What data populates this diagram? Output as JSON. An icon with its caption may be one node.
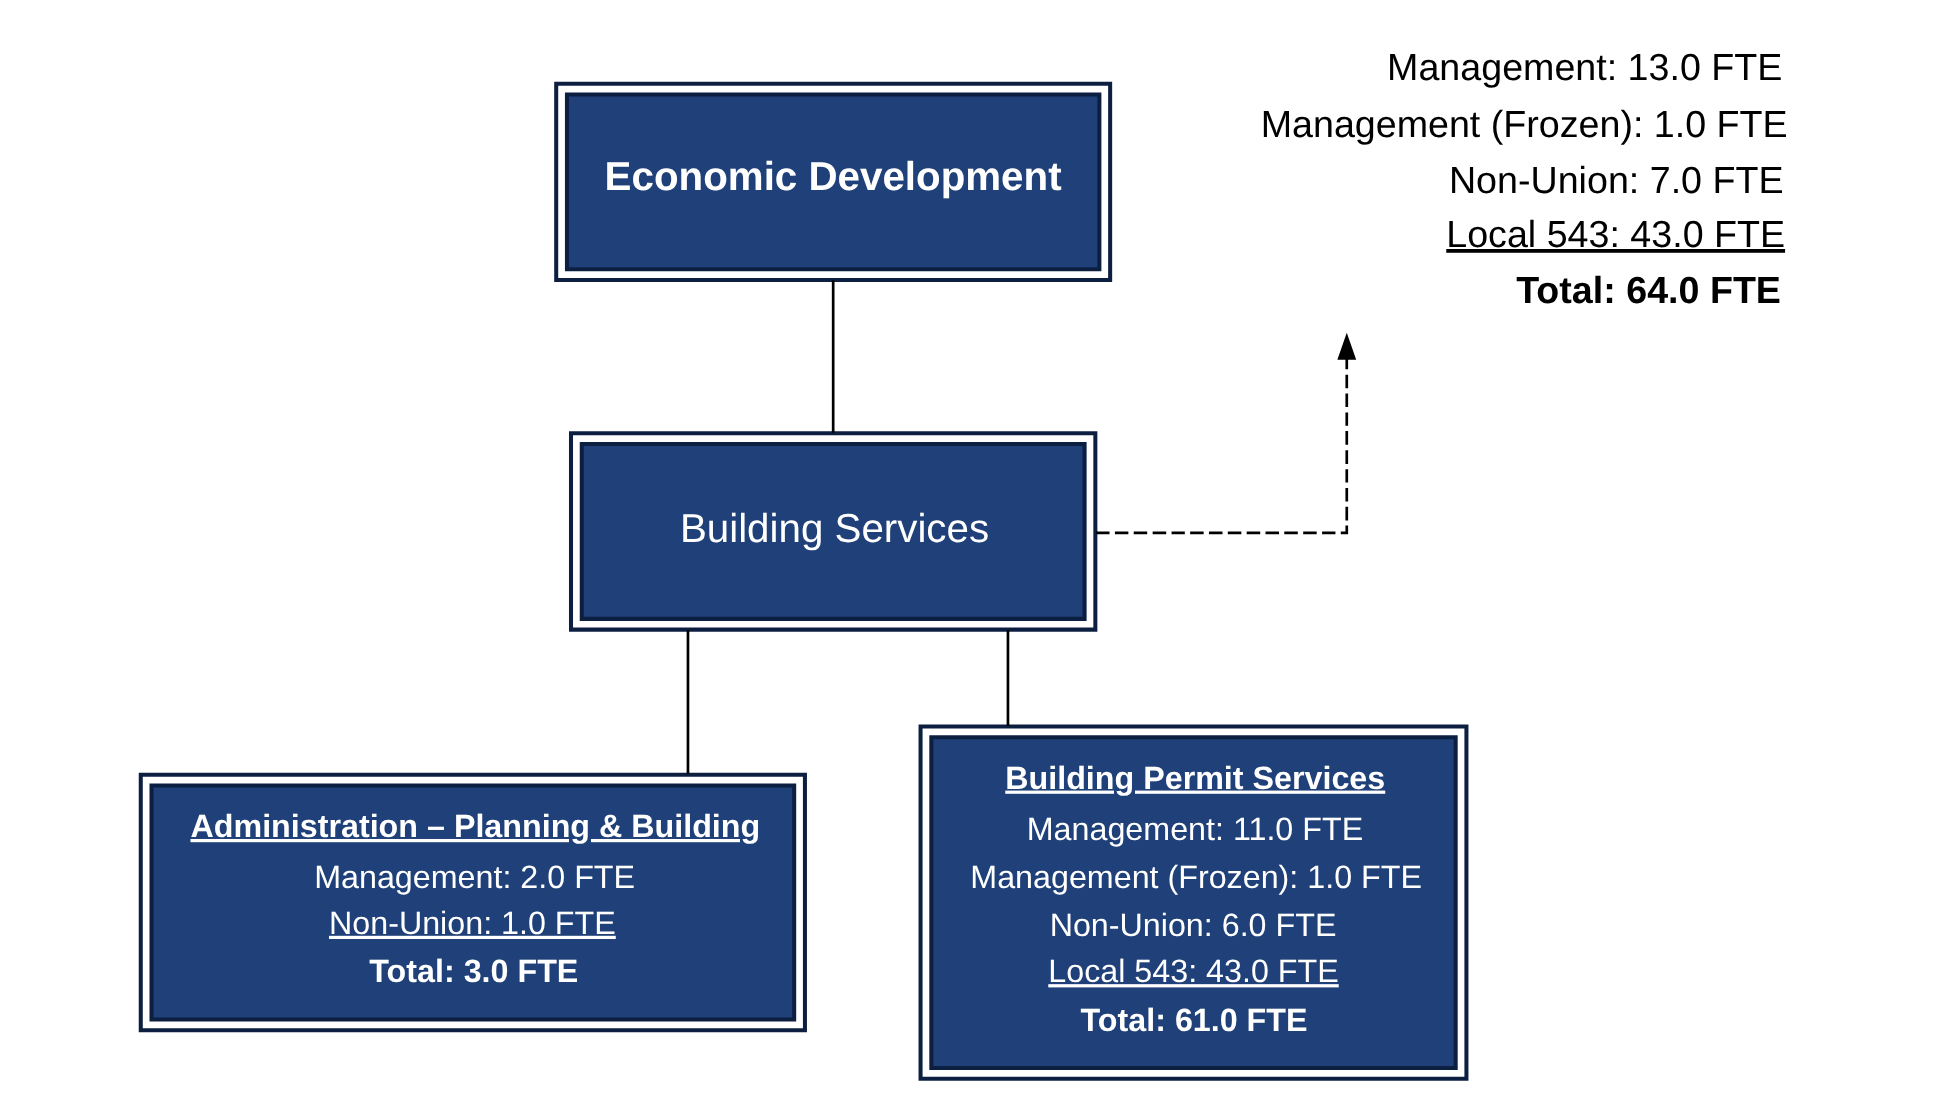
{
  "diagram": {
    "nodes": [
      {
        "text": [
          "Economic Development"
        ]
      },
      {
        "text": [
          "Building Services"
        ]
      },
      {
        "text": [
          "Administration – Planning & Building",
          "Management: 2.0 FTE",
          "Non-Union: 1.0 FTE",
          "Total: 3.0 FTE"
        ]
      },
      {
        "text": [
          "Building Permit Services",
          "Management: 11.0 FTE",
          "Management (Frozen): 1.0 FTE",
          "Non-Union: 6.0 FTE",
          "Local 543: 43.0 FTE",
          "Total: 61.0 FTE"
        ]
      },
      {
        "text": [
          "Management: 13.0 FTE",
          "Management (Frozen): 1.0 FTE",
          "Non-Union: 7.0 FTE",
          "Local 543: 43.0 FTE",
          "Total: 64.0 FTE"
        ]
      }
    ],
    "edges": [
      {
        "from": 0,
        "to": 1,
        "arrow": "none"
      },
      {
        "from": 1,
        "to": 2,
        "arrow": "none"
      },
      {
        "from": 1,
        "to": 3,
        "arrow": "none"
      },
      {
        "from": 1,
        "to": 4,
        "arrow": "to",
        "style": "dashed"
      }
    ]
  }
}
